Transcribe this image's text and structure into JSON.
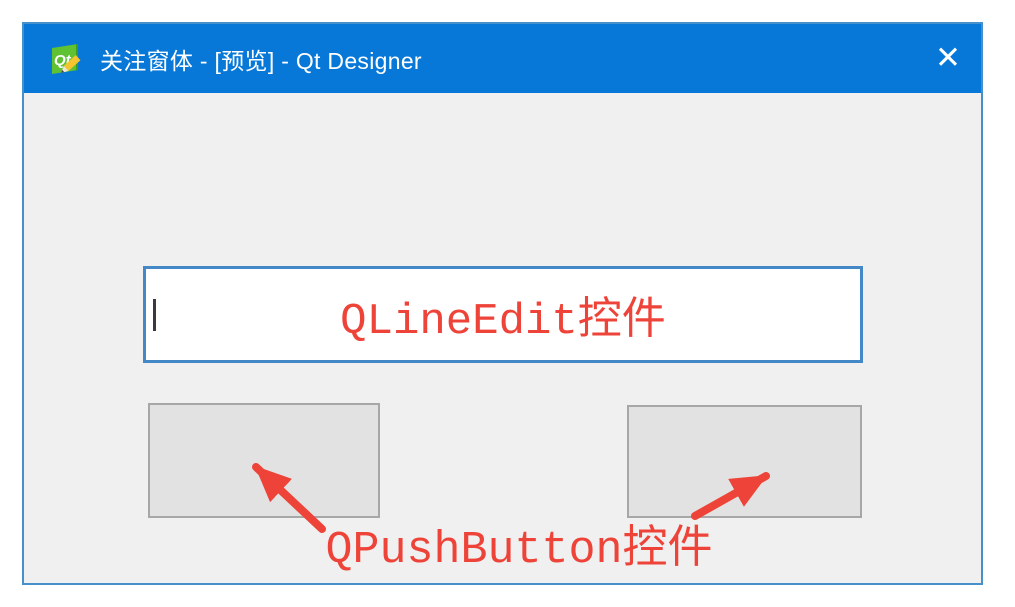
{
  "window": {
    "title": "关注窗体 - [预览] - Qt Designer"
  },
  "titlebar": {
    "close_glyph": "✕"
  },
  "icons": {
    "app_icon": "qt-designer-logo",
    "app_icon_text": "Qt",
    "close_icon": "close"
  },
  "form": {
    "lineedit": {
      "value": "",
      "placeholder": ""
    },
    "buttons": [
      {
        "label": ""
      },
      {
        "label": ""
      }
    ]
  },
  "annotations": {
    "lineedit_label": "QLineEdit控件",
    "pushbutton_label": "QPushButton控件"
  },
  "colors": {
    "titlebar_blue": "#0878d8",
    "window_border_blue": "#4690cb",
    "client_bg": "#f0f0f0",
    "lineedit_border_blue": "#4488c8",
    "button_bg": "#e2e2e2",
    "button_border": "#a7a7a7",
    "annotation_red": "#ee4338",
    "qt_icon_green": "#5ec232",
    "qt_icon_pencil_yellow": "#f3c52e"
  }
}
